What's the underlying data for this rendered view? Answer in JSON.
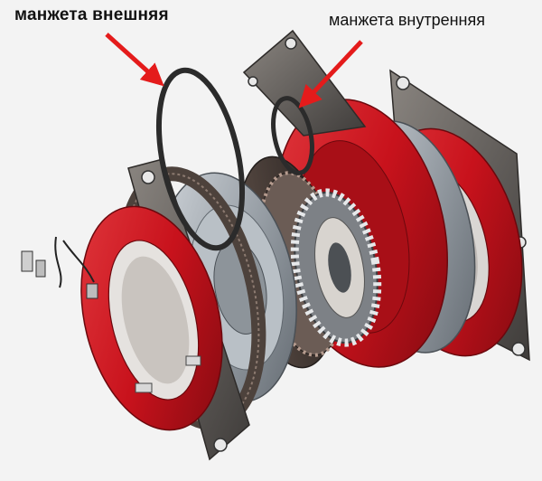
{
  "labels": {
    "outer_cuff": "манжета внешняя",
    "inner_cuff": "манжета внутренняя"
  },
  "colors": {
    "arrow": "#e41b1b",
    "housing_red": "#c8121c",
    "housing_red_dark": "#8e0b12",
    "plate_grey": "#6e6a66",
    "plate_dark": "#3f3c3a",
    "disc_grey": "#9aa1a8",
    "disc_light": "#c6ccd2",
    "seal_black": "#2b2b2b",
    "friction_dark": "#4a3f3a",
    "background": "#f3f3f3"
  },
  "parts": [
    "mounting-plate-left",
    "red-housing-left",
    "friction-ring-left",
    "grey-pressure-disc",
    "friction-plate-stack",
    "toothed-hub",
    "outer-cuff-seal",
    "inner-cuff-seal",
    "red-housing-center",
    "grey-disc-right",
    "red-housing-right",
    "mounting-plate-right"
  ]
}
